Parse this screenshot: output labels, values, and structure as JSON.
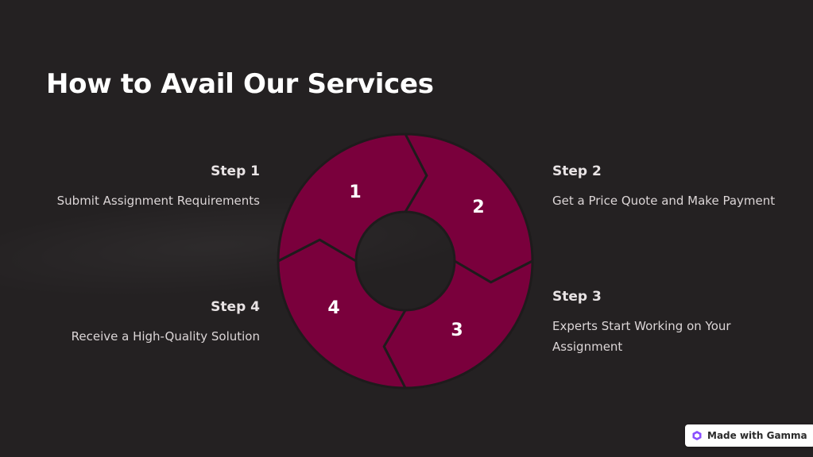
{
  "title": "How to Avail Our Services",
  "steps": [
    {
      "number": "1",
      "heading": "Step 1",
      "text": "Submit Assignment Requirements"
    },
    {
      "number": "2",
      "heading": "Step 2",
      "text": "Get a Price Quote and Make Payment"
    },
    {
      "number": "3",
      "heading": "Step 3",
      "text": "Experts Start Working on Your Assignment"
    },
    {
      "number": "4",
      "heading": "Step 4",
      "text": "Receive a High-Quality Solution"
    }
  ],
  "badge": {
    "label": "Made with Gamma",
    "icon": "gamma-logo-icon"
  },
  "colors": {
    "background": "#242122",
    "segment": "#7a003c",
    "segment_stroke": "#1e1b1c",
    "badge_icon": "#8a4fff"
  }
}
